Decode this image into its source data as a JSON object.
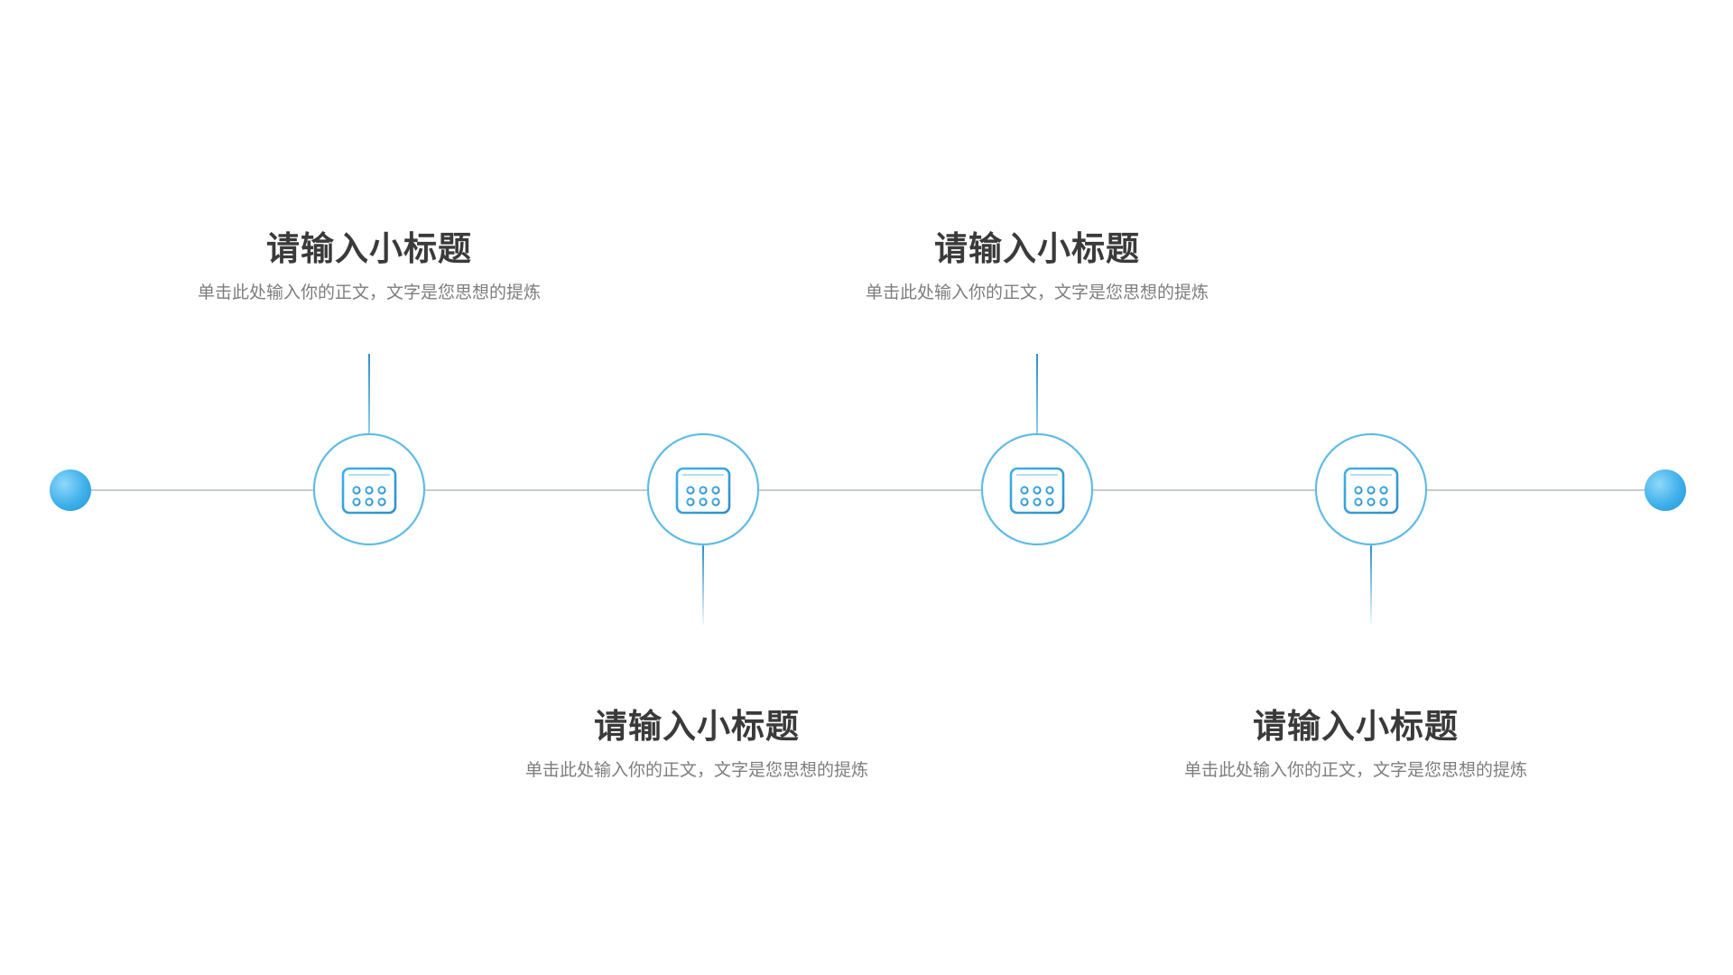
{
  "steps": [
    {
      "title": "请输入小标题",
      "body": "单击此处输入你的正文，文字是您思想的提炼",
      "icon": "calendar-icon"
    },
    {
      "title": "请输入小标题",
      "body": "单击此处输入你的正文，文字是您思想的提炼",
      "icon": "calendar-icon"
    },
    {
      "title": "请输入小标题",
      "body": "单击此处输入你的正文，文字是您思想的提炼",
      "icon": "calendar-icon"
    },
    {
      "title": "请输入小标题",
      "body": "单击此处输入你的正文，文字是您思想的提炼",
      "icon": "calendar-icon"
    }
  ],
  "colors": {
    "accent": "#3fb0ea",
    "accent_dark": "#2f8fc9",
    "line": "#c8ccd0",
    "title_text": "#3a3a3a",
    "body_text": "#7d7d7d"
  }
}
